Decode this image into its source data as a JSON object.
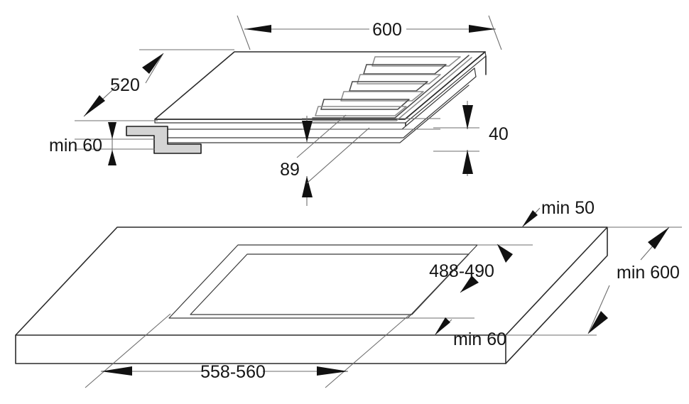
{
  "drawing": {
    "title": "Cooktop installation dimension drawing",
    "units": "mm",
    "line_color": "#2b2b2b",
    "text_color": "#151515",
    "bracket_color": "#d4d4d4",
    "background": "#ffffff"
  },
  "views": {
    "top_view": {
      "name": "hob-assembly-view",
      "description": "Gas hob shown in perspective with mounting bracket"
    },
    "bottom_view": {
      "name": "worktop-cutout-view",
      "description": "Worktop with cutout shown in perspective"
    }
  },
  "dimensions": {
    "hob_width": "600",
    "hob_depth": "520",
    "bracket_clearance": "min 60",
    "hob_body_depth": "89",
    "hob_body_height": "40",
    "cutout_width": "558-560",
    "cutout_depth": "488-490",
    "rear_clearance": "min 50",
    "front_clearance": "min 60",
    "worktop_depth": "min 600"
  },
  "labels": [
    {
      "id": "hob-width",
      "text": "600"
    },
    {
      "id": "hob-depth",
      "text": "520"
    },
    {
      "id": "bracket-clearance",
      "text": "min 60"
    },
    {
      "id": "hob-body-depth",
      "text": "89"
    },
    {
      "id": "hob-body-height",
      "text": "40"
    },
    {
      "id": "rear-clearance",
      "text": "min 50"
    },
    {
      "id": "cutout-depth",
      "text": "488-490"
    },
    {
      "id": "worktop-depth",
      "text": "min 600"
    },
    {
      "id": "front-clearance",
      "text": "min 60"
    },
    {
      "id": "cutout-width",
      "text": "558-560"
    }
  ]
}
